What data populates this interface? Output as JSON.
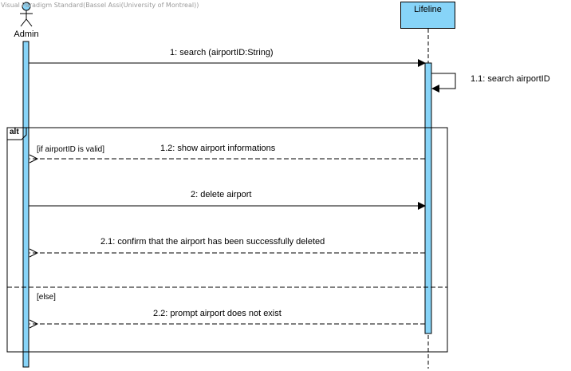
{
  "watermark": "Visual Paradigm Standard(Bassel Assi(University of Montreal))",
  "actor": {
    "name": "Admin"
  },
  "lifeline": {
    "name": "Lifeline"
  },
  "fragment": {
    "operator": "alt",
    "guard_1": "[if airportID is valid]",
    "guard_2": "[else]"
  },
  "messages": [
    {
      "label": "1: search (airportID:String)",
      "kind": "synchronous"
    },
    {
      "label": "1.1: search airportID",
      "kind": "self"
    },
    {
      "label": "1.2: show airport informations",
      "kind": "return"
    },
    {
      "label": "2: delete airport",
      "kind": "synchronous"
    },
    {
      "label": "2.1: confirm that the airport has been successfully deleted",
      "kind": "return"
    },
    {
      "label": "2.2: prompt airport does not exist",
      "kind": "return"
    }
  ],
  "colors": {
    "activation": "#87d4f8",
    "line": "#000000"
  }
}
